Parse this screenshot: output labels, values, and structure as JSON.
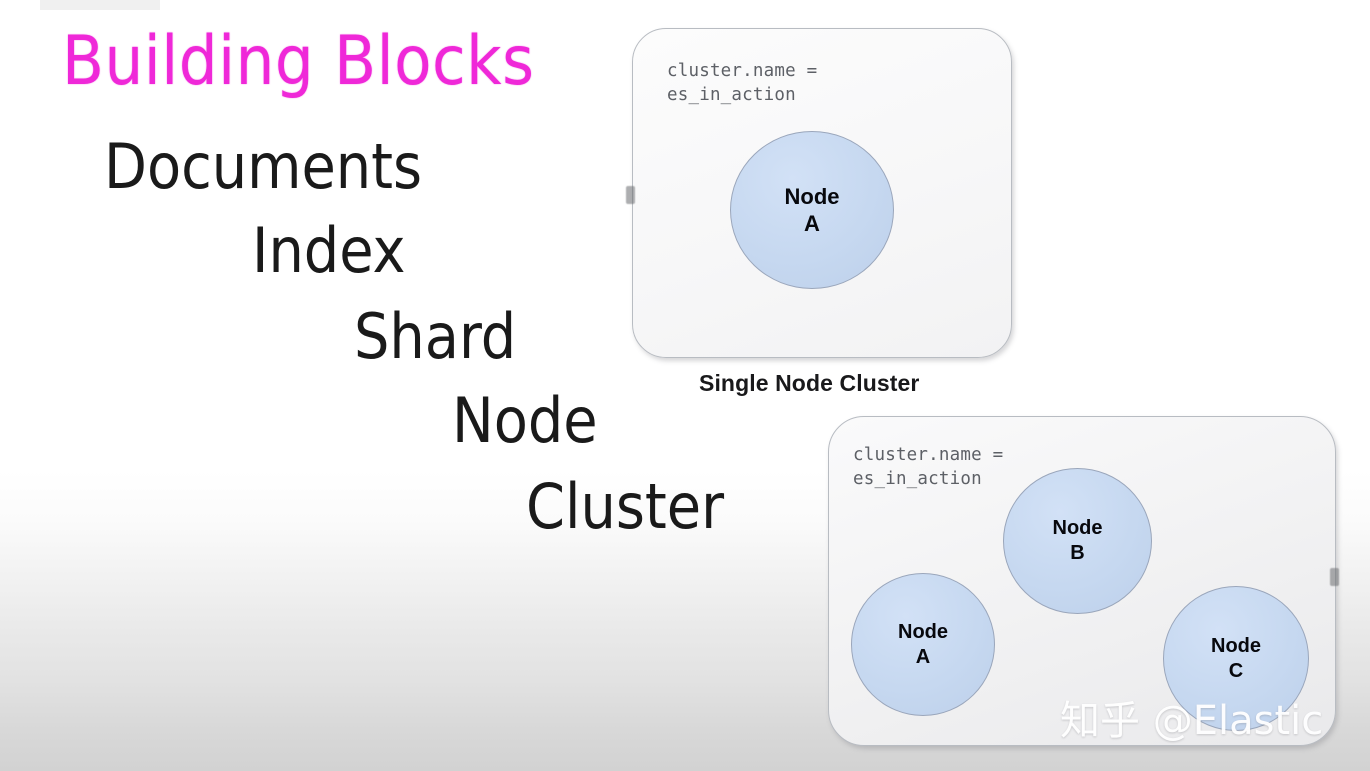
{
  "slide": {
    "title": "Building Blocks",
    "title_color": "#ef28d8",
    "background_top_color": "#ffffff",
    "background_bottom_color": "#d2d2d2"
  },
  "terms": [
    {
      "label": "Documents"
    },
    {
      "label": "Index"
    },
    {
      "label": "Shard"
    },
    {
      "label": "Node"
    },
    {
      "label": "Cluster"
    }
  ],
  "diagrams": [
    {
      "id": "single-node-cluster",
      "config_line_1": "cluster.name =",
      "config_line_2": "es_in_action",
      "caption": "Single Node Cluster",
      "node_fill_color": "#c6d8f0",
      "node_border_color": "#9aa6bb",
      "nodes": [
        {
          "word": "Node",
          "letter": "A"
        }
      ]
    },
    {
      "id": "multi-node-cluster",
      "config_line_1": "cluster.name =",
      "config_line_2": "es_in_action",
      "caption": "",
      "node_fill_color": "#c6d8f0",
      "node_border_color": "#9aa6bb",
      "nodes": [
        {
          "word": "Node",
          "letter": "B"
        },
        {
          "word": "Node",
          "letter": "A"
        },
        {
          "word": "Node",
          "letter": "C"
        }
      ]
    }
  ],
  "watermark": {
    "text": "知乎 @Elastic"
  }
}
